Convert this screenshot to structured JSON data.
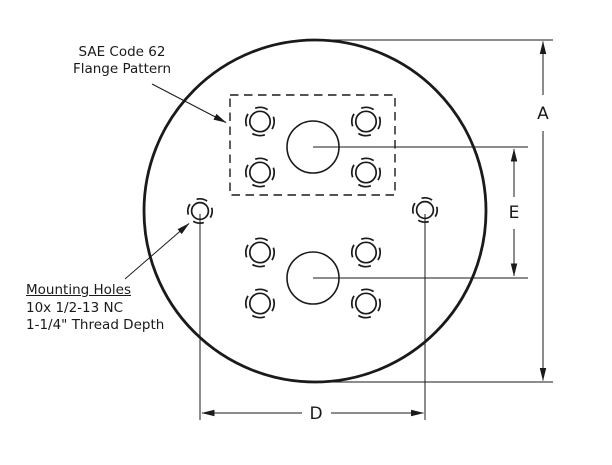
{
  "drawing": {
    "type": "engineering-flange-drawing",
    "colors": {
      "line": "#1a1a1a",
      "background": "#ffffff"
    },
    "notes": {
      "sae": {
        "line1": "SAE Code 62",
        "line2": "Flange Pattern"
      },
      "mounting": {
        "title": "Mounting Holes",
        "spec": "10x 1/2-13 NC",
        "depth": "1-1/4\" Thread Depth"
      }
    },
    "dimensions": {
      "a_label": "A",
      "e_label": "E",
      "d_label": "D"
    }
  }
}
